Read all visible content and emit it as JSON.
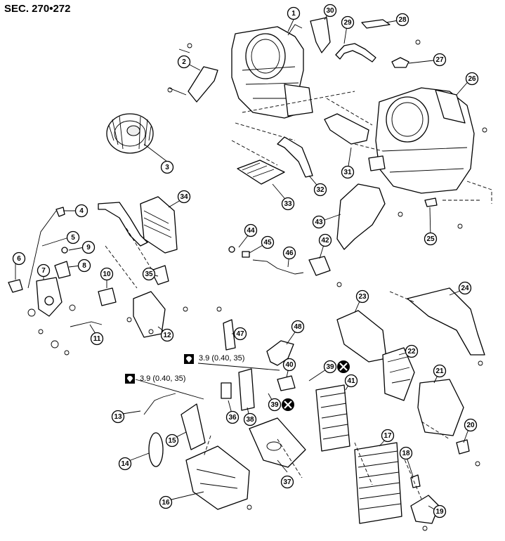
{
  "section_label": "SEC. 270•272",
  "torque_specs": [
    {
      "value": "3.9 (0.40, 35)"
    },
    {
      "value": "3.9 (0.40, 35)"
    }
  ],
  "callouts": [
    "1",
    "2",
    "3",
    "4",
    "5",
    "6",
    "7",
    "8",
    "9",
    "10",
    "11",
    "12",
    "13",
    "14",
    "15",
    "16",
    "17",
    "18",
    "19",
    "20",
    "21",
    "22",
    "23",
    "24",
    "25",
    "26",
    "27",
    "28",
    "29",
    "30",
    "31",
    "32",
    "33",
    "34",
    "35",
    "36",
    "37",
    "38",
    "39",
    "40",
    "41",
    "42",
    "43",
    "44",
    "45",
    "46",
    "47",
    "48",
    "39"
  ],
  "icons": {
    "torque": "wrench-torque-icon",
    "no_reuse": "x-circle-icon"
  }
}
